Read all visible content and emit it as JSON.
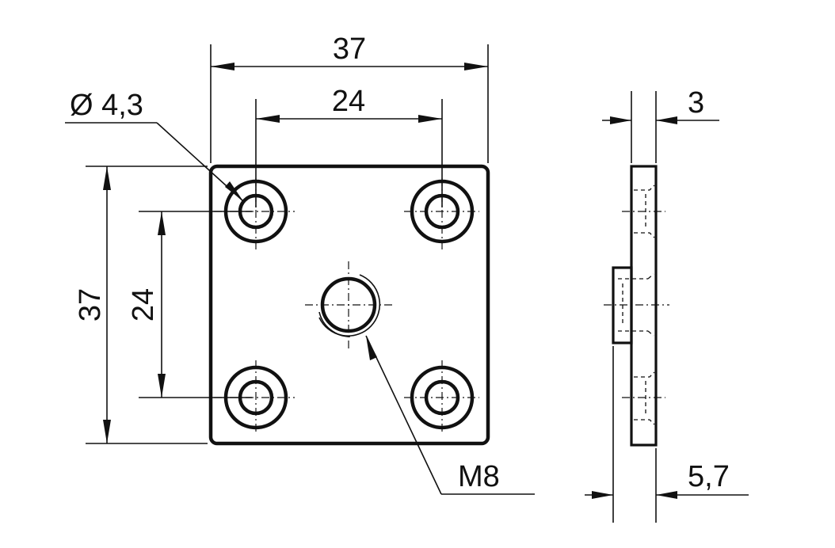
{
  "dimensions": {
    "top_width": "37",
    "hole_spacing_x": "24",
    "hole_diameter": "Ø 4,3",
    "height": "37",
    "hole_spacing_y": "24",
    "thread": "M8",
    "plate_thickness": "3",
    "total_thickness": "5,7"
  },
  "colors": {
    "line": "#111111",
    "background": "#ffffff"
  }
}
